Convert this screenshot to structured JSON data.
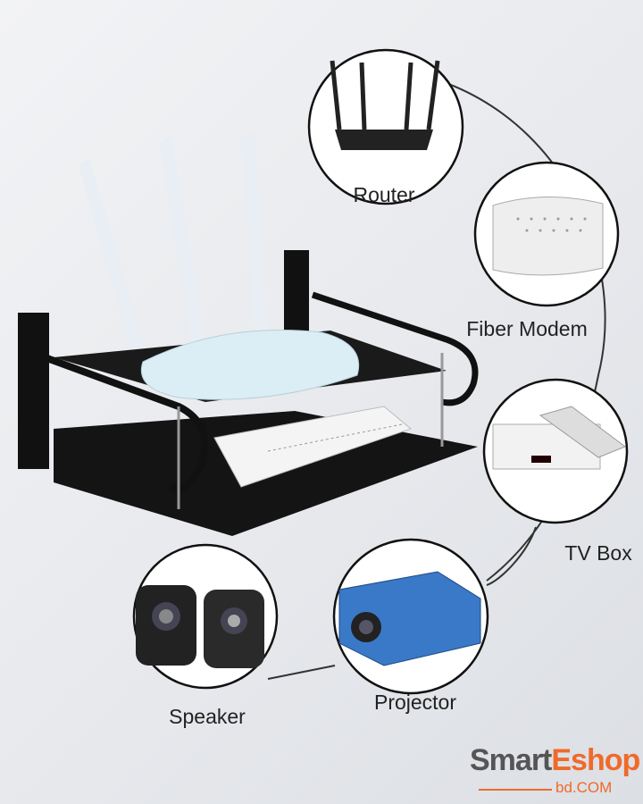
{
  "labels": {
    "router": "Router",
    "fiber_modem": "Fiber Modem",
    "tv_box": "TV Box",
    "projector": "Projector",
    "speaker": "Speaker"
  },
  "logo": {
    "brand": "SmartEshop",
    "brand_part1": "Smart",
    "brand_part2": "Eshop",
    "domain": "bd.COM"
  },
  "colors": {
    "accent": "#ef6a2a",
    "shelf": "#151515"
  }
}
